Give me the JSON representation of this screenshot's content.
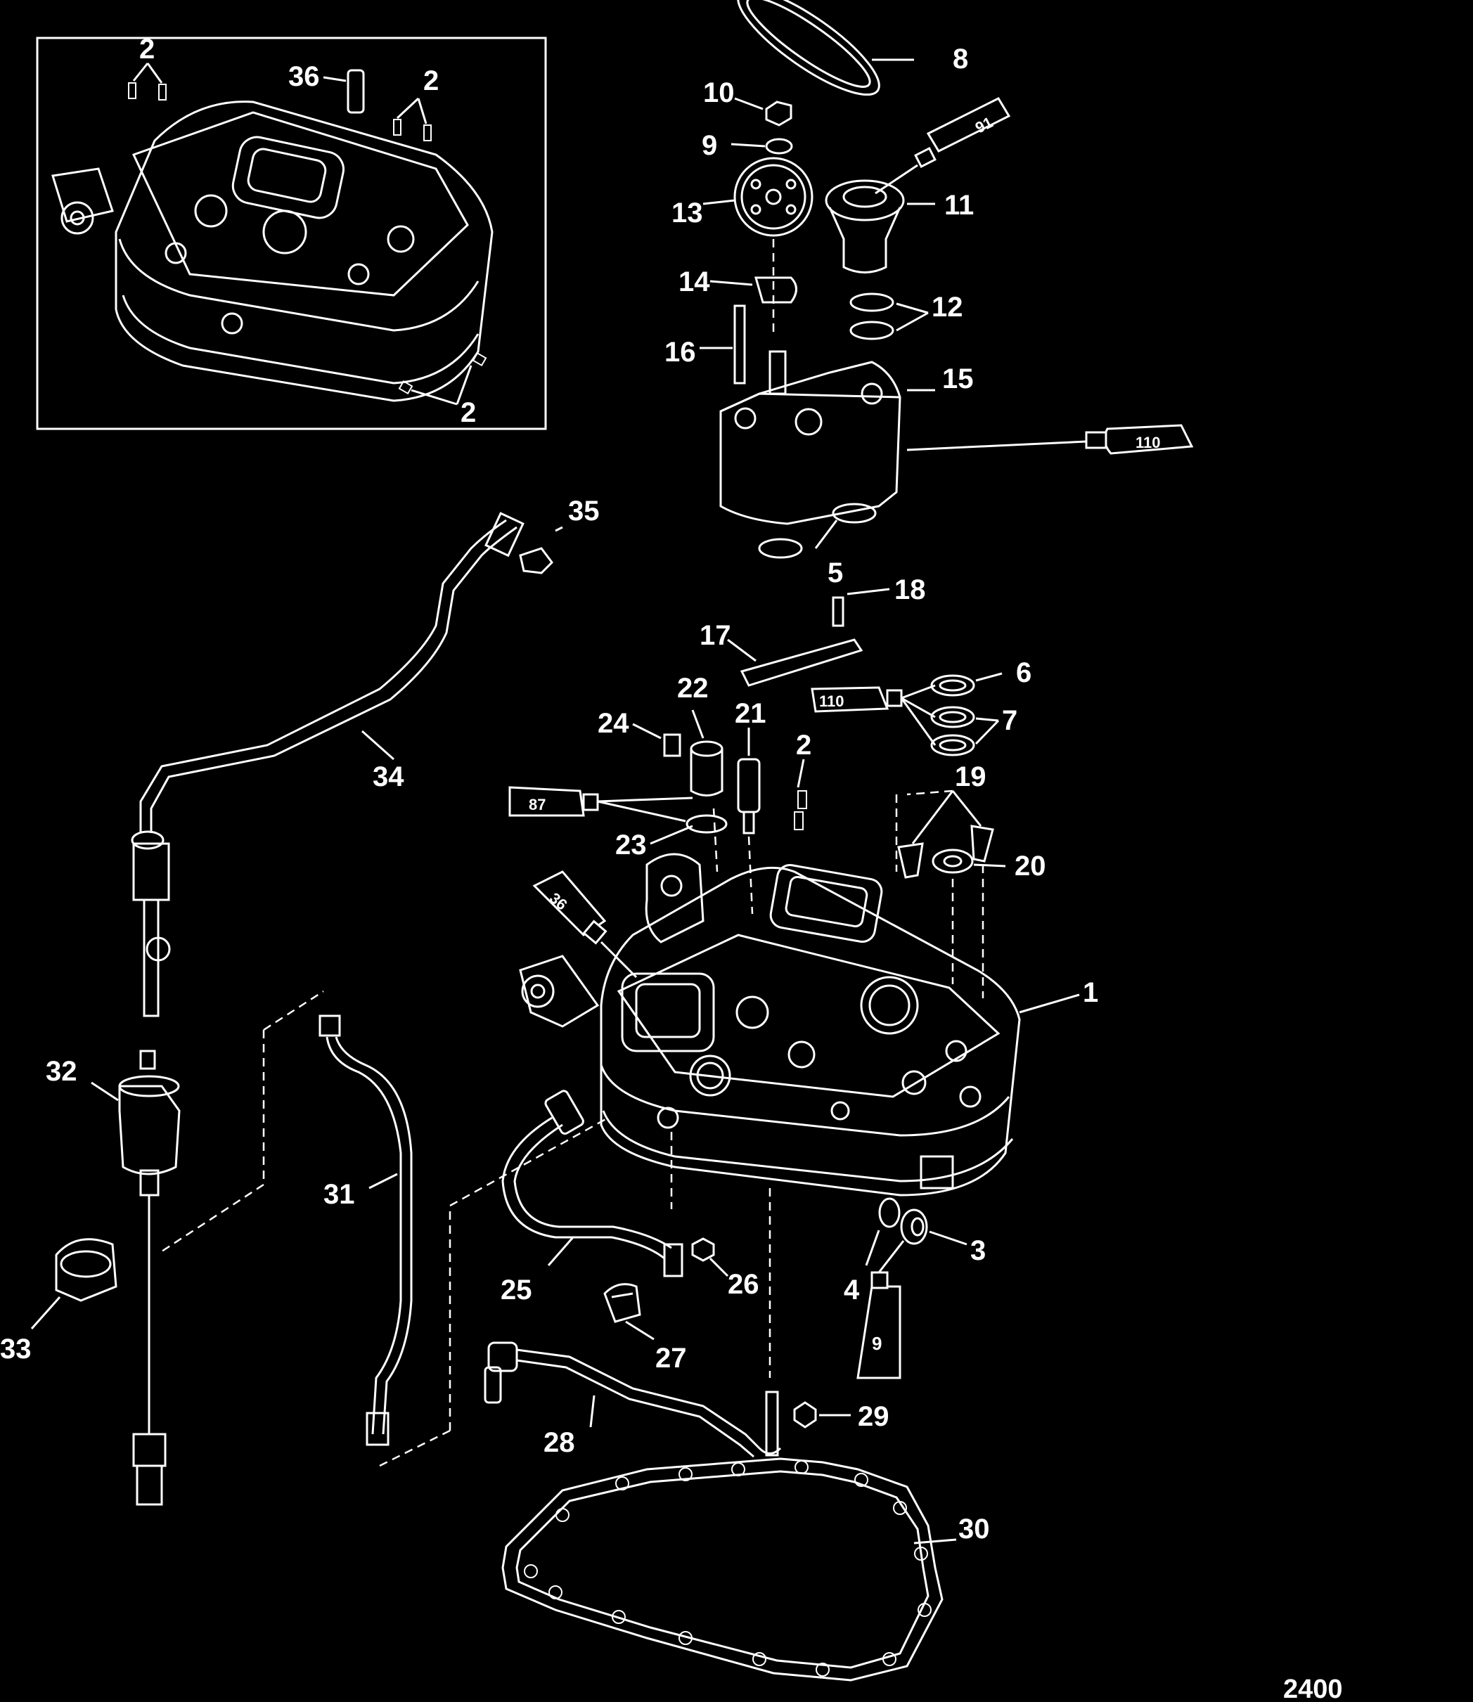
{
  "figure_number": "2400",
  "callouts": [
    "1",
    "2",
    "3",
    "4",
    "5",
    "6",
    "7",
    "8",
    "9",
    "10",
    "11",
    "12",
    "13",
    "14",
    "15",
    "16",
    "17",
    "18",
    "19",
    "20",
    "21",
    "22",
    "23",
    "24",
    "25",
    "26",
    "27",
    "28",
    "29",
    "30",
    "31",
    "32",
    "33",
    "34",
    "35",
    "36"
  ],
  "tubes": {
    "91": "91",
    "110a": "110",
    "110b": "110",
    "87": "87",
    "36": "36",
    "9": "9"
  }
}
